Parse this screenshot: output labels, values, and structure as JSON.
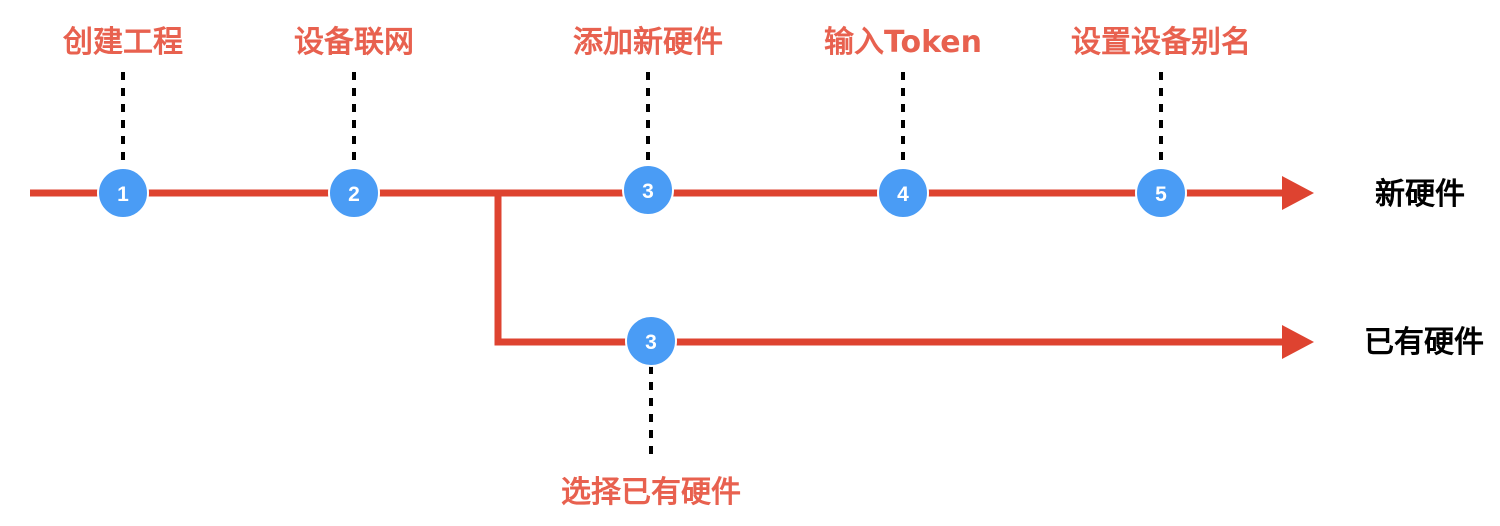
{
  "colors": {
    "track": "#DE4330",
    "label": "#E8614F",
    "node_fill": "#4A9CF5",
    "node_stroke": "#FFFFFF",
    "node_text": "#FFFFFF",
    "connector": "#000000",
    "track_label": "#000000"
  },
  "tracks": {
    "new_hardware": {
      "label": "新硬件"
    },
    "existing_hardware": {
      "label": "已有硬件"
    }
  },
  "steps": {
    "new": [
      {
        "number": "1",
        "label": "创建工程"
      },
      {
        "number": "2",
        "label": "设备联网"
      },
      {
        "number": "3",
        "label": "添加新硬件"
      },
      {
        "number": "4",
        "label": "输入Token"
      },
      {
        "number": "5",
        "label": "设置设备别名"
      }
    ],
    "existing": [
      {
        "number": "3",
        "label": "选择已有硬件"
      }
    ]
  }
}
